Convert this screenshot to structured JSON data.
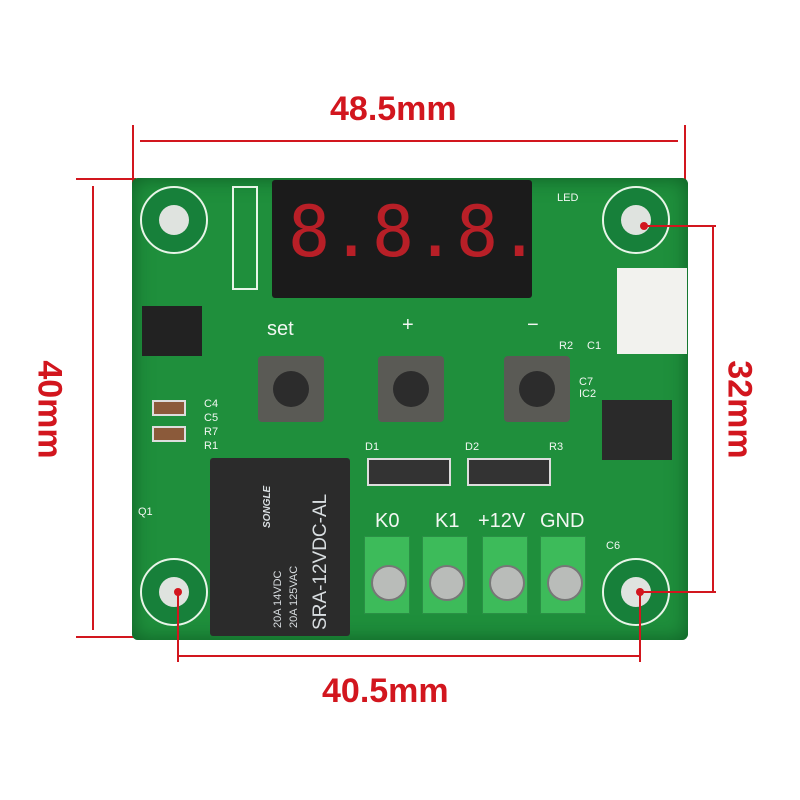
{
  "dimensions": {
    "width_total": "48.5mm",
    "height_total": "40mm",
    "hole_spacing_vertical": "32mm",
    "hole_spacing_horizontal": "40.5mm"
  },
  "colors": {
    "dimension": "#d2161e",
    "pcb": "#1f8f3c",
    "display": "#e0202a"
  },
  "display": {
    "digits": [
      "8.",
      "8.",
      "8."
    ]
  },
  "buttons": {
    "set": "set",
    "plus": "+",
    "minus": "−"
  },
  "terminals": [
    "K0",
    "K1",
    "+12V",
    "GND"
  ],
  "silkscreen": {
    "led": "LED",
    "r2": "R2",
    "c1": "C1",
    "c7": "C7",
    "ic2": "IC2",
    "c4": "C4",
    "c5": "C5",
    "r7": "R7",
    "r1": "R1",
    "d1": "D1",
    "d2": "D2",
    "r3": "R3",
    "q1": "Q1",
    "c6": "C6"
  },
  "relay": {
    "brand": "SONGLE",
    "rating1": "20A 14VDC",
    "rating2": "20A 125VAC",
    "model": "SRA-12VDC-AL"
  }
}
